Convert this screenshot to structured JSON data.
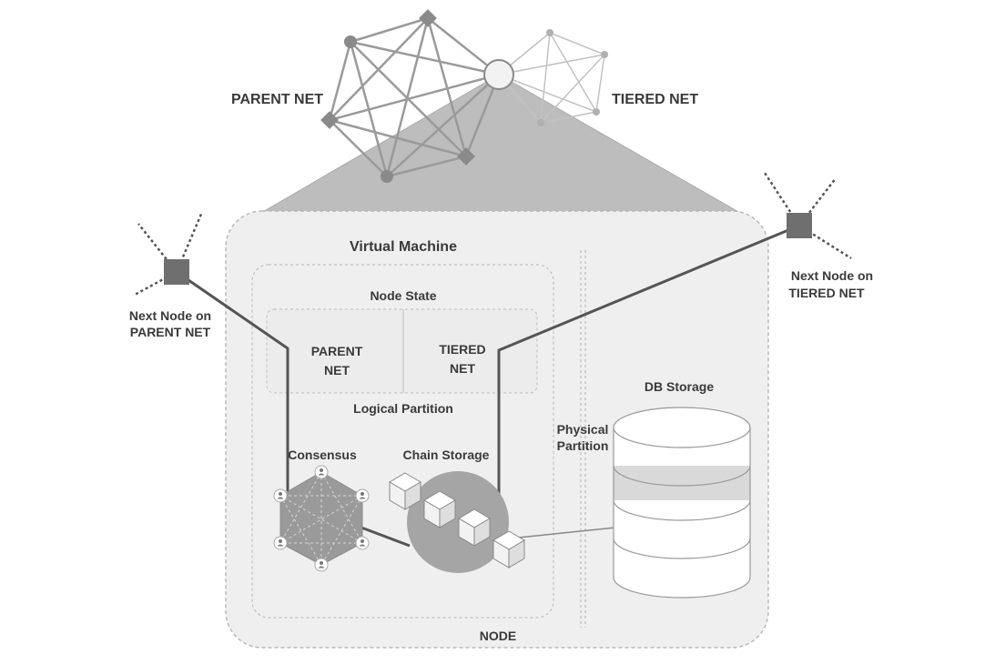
{
  "labels": {
    "parent_net": "PARENT NET",
    "tiered_net": "TIERED NET",
    "virtual_machine": "Virtual Machine",
    "node_state": "Node State",
    "parent_net_state_1": "PARENT",
    "parent_net_state_2": "NET",
    "tiered_net_state_1": "TIERED",
    "tiered_net_state_2": "NET",
    "logical_partition": "Logical Partition",
    "consensus": "Consensus",
    "chain_storage": "Chain Storage",
    "physical_partition_1": "Physical",
    "physical_partition_2": "Partition",
    "db_storage": "DB Storage",
    "node": "NODE",
    "next_node_parent_1": "Next Node on",
    "next_node_parent_2": "PARENT NET",
    "next_node_tiered_1": "Next Node on",
    "next_node_tiered_2": "TIERED NET"
  },
  "colors": {
    "node_fill": "#efefef",
    "roof_fill": "#bdbdbd",
    "line": "#555555",
    "dark_square": "#6f6f6f"
  },
  "icons": {
    "consensus_member": "user-icon",
    "block": "cube-icon",
    "database": "database-icon"
  }
}
